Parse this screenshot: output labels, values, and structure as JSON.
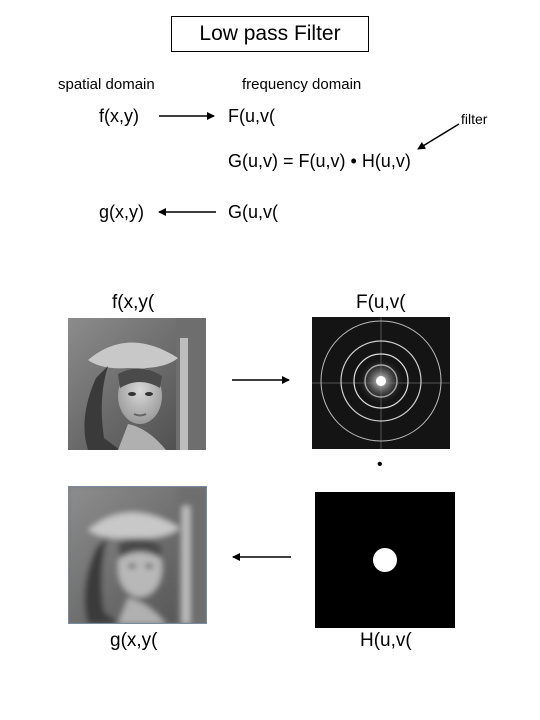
{
  "title": "Low pass Filter",
  "domains": {
    "spatial": "spatial domain",
    "frequency": "frequency domain"
  },
  "row1": {
    "left": "f(x,y)",
    "right": "F(u,v("
  },
  "filter_label": "filter",
  "equation": "G(u,v)  = F(u,v) • H(u,v)",
  "row3": {
    "left": "g(x,y)",
    "right": "G(u,v("
  },
  "images": {
    "top_left_caption": "f(x,y(",
    "top_right_caption": "F(u,v(",
    "multiply_dot": "•",
    "bottom_left_caption": "g(x,y(",
    "bottom_right_caption": "H(u,v("
  }
}
